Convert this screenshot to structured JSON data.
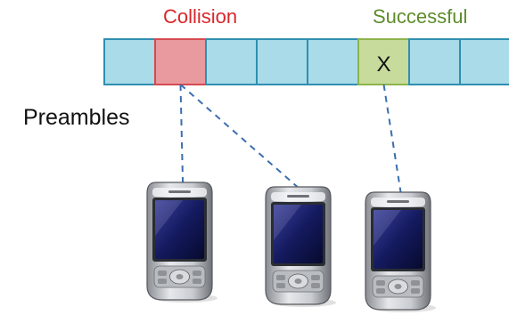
{
  "labels": {
    "collision": "Collision",
    "successful": "Successful",
    "preambles": "Preambles",
    "slot_mark": "X"
  },
  "preamble_slots": [
    {
      "state": "idle"
    },
    {
      "state": "collision"
    },
    {
      "state": "idle"
    },
    {
      "state": "idle"
    },
    {
      "state": "idle"
    },
    {
      "state": "successful"
    },
    {
      "state": "idle"
    },
    {
      "state": "idle"
    }
  ],
  "devices": [
    {
      "id": "device-1",
      "slot": 2
    },
    {
      "id": "device-2",
      "slot": 2
    },
    {
      "id": "device-3",
      "slot": 6
    }
  ],
  "colors": {
    "idle_fill": "#a9dbe9",
    "idle_border": "#2f8fb0",
    "collision_fill": "#e99a9e",
    "collision_border": "#d44a4f",
    "success_fill": "#c7dc9c",
    "success_border": "#8db34a",
    "link": "#3b6eb0",
    "collision_text": "#d9262b",
    "success_text": "#5e8c2c"
  }
}
